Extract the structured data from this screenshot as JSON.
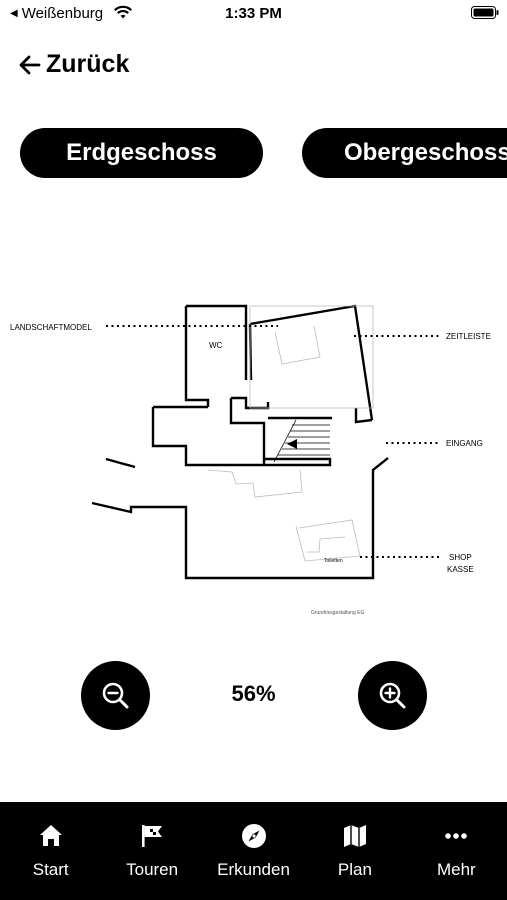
{
  "status_bar": {
    "back_app": "Weißenburg",
    "time": "1:33 PM"
  },
  "header": {
    "back_label": "Zurück"
  },
  "floors": [
    {
      "label": "Erdgeschoss",
      "selected": true
    },
    {
      "label": "Obergeschoss",
      "selected": false
    }
  ],
  "floor_plan": {
    "labels": {
      "landschaftmodel": "LANDSCHAFTMODEL",
      "zeitleiste": "ZEITLEISTE",
      "eingang": "EINGANG",
      "shop": "SHOP",
      "kasse": "KASSE",
      "wc": "WC",
      "toiletten": "Toiletten",
      "caption": "Grundrissgestaltung EG"
    }
  },
  "zoom": {
    "level": "56%"
  },
  "nav": [
    {
      "label": "Start",
      "icon": "home-icon"
    },
    {
      "label": "Touren",
      "icon": "flag-icon"
    },
    {
      "label": "Erkunden",
      "icon": "compass-icon"
    },
    {
      "label": "Plan",
      "icon": "map-icon"
    },
    {
      "label": "Mehr",
      "icon": "more-icon"
    }
  ]
}
